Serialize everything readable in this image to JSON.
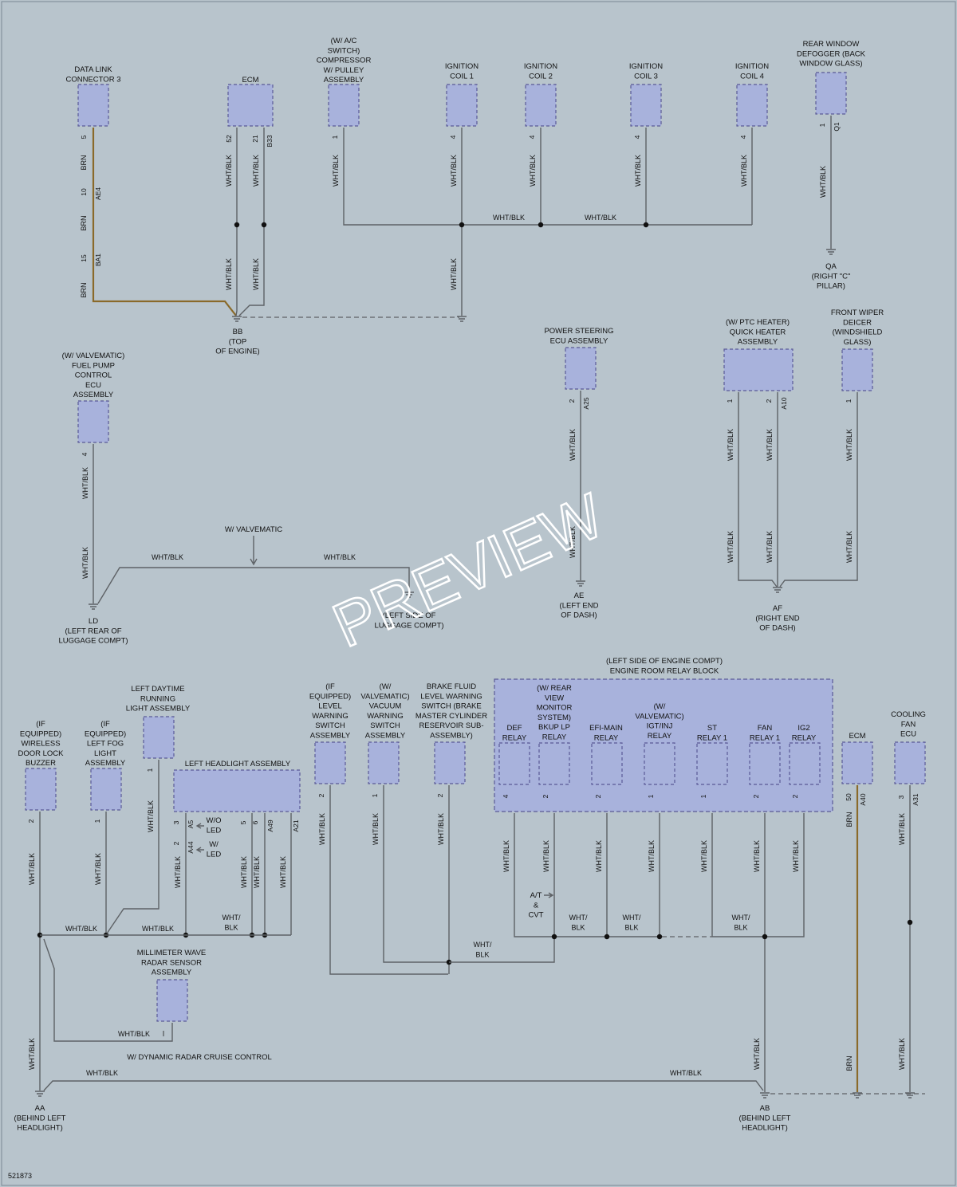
{
  "diagram_id": "521873",
  "watermark": "PREVIEW",
  "colors": {
    "background": "#b8c4cc",
    "component_fill": "#a8b2dc",
    "wire": "#5e6266",
    "brown_wire": "#8a6a2a"
  },
  "components": {
    "dlc3": [
      "DATA LINK",
      "CONNECTOR 3"
    ],
    "ecm_top": [
      "ECM"
    ],
    "compressor": [
      "(W/ A/C",
      "SWITCH)",
      "COMPRESSOR",
      "W/ PULLEY",
      "ASSEMBLY"
    ],
    "coil1": [
      "IGNITION",
      "COIL 1"
    ],
    "coil2": [
      "IGNITION",
      "COIL 2"
    ],
    "coil3": [
      "IGNITION",
      "COIL 3"
    ],
    "coil4": [
      "IGNITION",
      "COIL 4"
    ],
    "defogger": [
      "REAR WINDOW",
      "DEFOGGER (BACK",
      "WINDOW GLASS)"
    ],
    "fuel_pump": [
      "(W/ VALVEMATIC)",
      "FUEL PUMP",
      "CONTROL",
      "ECU",
      "ASSEMBLY"
    ],
    "ps_ecu": [
      "POWER STEERING",
      "ECU ASSEMBLY"
    ],
    "quick_heater": [
      "(W/ PTC HEATER)",
      "QUICK HEATER",
      "ASSEMBLY"
    ],
    "wiper_deicer": [
      "FRONT WIPER",
      "DEICER",
      "(WINDSHIELD",
      "GLASS)"
    ],
    "buzzer": [
      "(IF",
      "EQUIPPED)",
      "WIRELESS",
      "DOOR LOCK",
      "BUZZER"
    ],
    "fog": [
      "(IF",
      "EQUIPPED)",
      "LEFT FOG",
      "LIGHT",
      "ASSEMBLY"
    ],
    "drl": [
      "LEFT DAYTIME",
      "RUNNING",
      "LIGHT ASSEMBLY"
    ],
    "headlight": [
      "LEFT HEADLIGHT ASSEMBLY"
    ],
    "level_sw": [
      "(IF",
      "EQUIPPED)",
      "LEVEL",
      "WARNING",
      "SWITCH",
      "ASSEMBLY"
    ],
    "vacuum_sw": [
      "(W/",
      "VALVEMATIC)",
      "VACUUM",
      "WARNING",
      "SWITCH",
      "ASSEMBLY"
    ],
    "brake_fluid": [
      "BRAKE FLUID",
      "LEVEL WARNING",
      "SWITCH (BRAKE",
      "MASTER CYLINDER",
      "RESERVOIR SUB-",
      "ASSEMBLY)"
    ],
    "relay_block": [
      "(LEFT SIDE OF ENGINE COMPT)",
      "ENGINE ROOM RELAY BLOCK"
    ],
    "def_relay": [
      "DEF",
      "RELAY"
    ],
    "bkup_relay": [
      "(W/ REAR",
      "VIEW",
      "MONITOR",
      "SYSTEM)",
      "BKUP LP",
      "RELAY"
    ],
    "efi_relay": [
      "EFI-MAIN",
      "RELAY"
    ],
    "igtinj_relay": [
      "(W/",
      "VALVEMATIC)",
      "IGT/INJ",
      "RELAY"
    ],
    "st_relay": [
      "ST",
      "RELAY 1"
    ],
    "fan_relay": [
      "FAN",
      "RELAY 1"
    ],
    "ig2_relay": [
      "IG2",
      "RELAY"
    ],
    "ecm_bottom": [
      "ECM"
    ],
    "fan_ecu": [
      "COOLING",
      "FAN",
      "ECU"
    ],
    "radar": [
      "MILLIMETER WAVE",
      "RADAR SENSOR",
      "ASSEMBLY"
    ]
  },
  "grounds": {
    "bb": [
      "BB",
      "(TOP",
      "OF ENGINE)"
    ],
    "qa": [
      "QA",
      "(RIGHT \"C\"",
      "PILLAR)"
    ],
    "ld": [
      "LD",
      "(LEFT REAR OF",
      "LUGGAGE COMPT)"
    ],
    "ae": [
      "AE",
      "(LEFT END",
      "OF DASH)"
    ],
    "af": [
      "AF",
      "(RIGHT END",
      "OF DASH)"
    ],
    "lside": [
      "(LEFT SIDE OF",
      "LUGGAGE COMPT)"
    ],
    "aa": [
      "AA",
      "(BEHIND LEFT",
      "HEADLIGHT)"
    ],
    "ab": [
      "AB",
      "(BEHIND LEFT",
      "HEADLIGHT)"
    ]
  },
  "notes": {
    "valvematic": "W/ VALVEMATIC",
    "wo_led": [
      "W/O",
      "LED"
    ],
    "w_led": [
      "W/",
      "LED"
    ],
    "at_cvt": [
      "A/T",
      "&",
      "CVT"
    ],
    "radar_cruise": "W/ DYNAMIC RADAR CRUISE CONTROL"
  },
  "wire_colors": {
    "wb": "WHT/BLK",
    "brn": "BRN",
    "wb_split": [
      "WHT/",
      "BLK"
    ]
  },
  "connectors": {
    "dlc_pin": "5",
    "ae4_pin": "10",
    "ae4": "AE4",
    "ba1_pin": "15",
    "ba1": "BA1",
    "ecm52": "52",
    "ecm21": "21",
    "b33": "B33",
    "comp_pin": "1",
    "coil_pin": "4",
    "defog_pin": "1",
    "q1": "Q1",
    "fp_pin": "4",
    "ps_pin": "2",
    "a25": "A25",
    "qh1": "1",
    "qh2": "2",
    "a10": "A10",
    "wd_pin": "1",
    "buzzer_pin": "2",
    "fog_pin": "1",
    "drl_pin": "1",
    "hl3": "3",
    "a5": "A5",
    "hl2": "2",
    "a44": "A44",
    "hl5": "5",
    "hl6": "6",
    "a49": "A49",
    "a21": "A21",
    "lvl_pin": "2",
    "vac_pin": "1",
    "brk_pin": "2",
    "def_pin": "4",
    "bkup_pin": "2",
    "efi_pin": "2",
    "igt_pin": "1",
    "st_pin": "1",
    "fan_pin": "2",
    "ig2_pin": "2",
    "ecm50": "50",
    "a40": "A40",
    "fanecu_pin": "3",
    "a31": "A31"
  }
}
